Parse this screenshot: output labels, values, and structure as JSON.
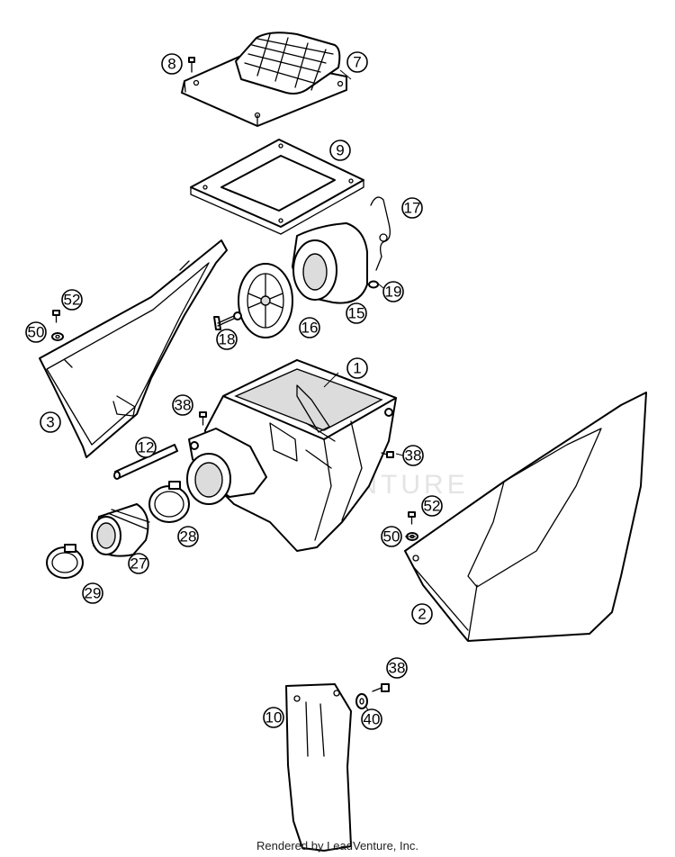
{
  "callouts": [
    {
      "id": "c8",
      "label": "8"
    },
    {
      "id": "c7",
      "label": "7"
    },
    {
      "id": "c9",
      "label": "9"
    },
    {
      "id": "c17",
      "label": "17"
    },
    {
      "id": "c52a",
      "label": "52"
    },
    {
      "id": "c50a",
      "label": "50"
    },
    {
      "id": "c19",
      "label": "19"
    },
    {
      "id": "c15",
      "label": "15"
    },
    {
      "id": "c16",
      "label": "16"
    },
    {
      "id": "c18",
      "label": "18"
    },
    {
      "id": "c3",
      "label": "3"
    },
    {
      "id": "c1",
      "label": "1"
    },
    {
      "id": "c38a",
      "label": "38"
    },
    {
      "id": "c12",
      "label": "12"
    },
    {
      "id": "c38b",
      "label": "38"
    },
    {
      "id": "c52b",
      "label": "52"
    },
    {
      "id": "c50b",
      "label": "50"
    },
    {
      "id": "c28",
      "label": "28"
    },
    {
      "id": "c27",
      "label": "27"
    },
    {
      "id": "c29",
      "label": "29"
    },
    {
      "id": "c2",
      "label": "2"
    },
    {
      "id": "c38c",
      "label": "38"
    },
    {
      "id": "c10",
      "label": "10"
    },
    {
      "id": "c40",
      "label": "40"
    }
  ],
  "watermark": "LEADVENTURE",
  "footer": "Rendered by LeadVenture, Inc."
}
